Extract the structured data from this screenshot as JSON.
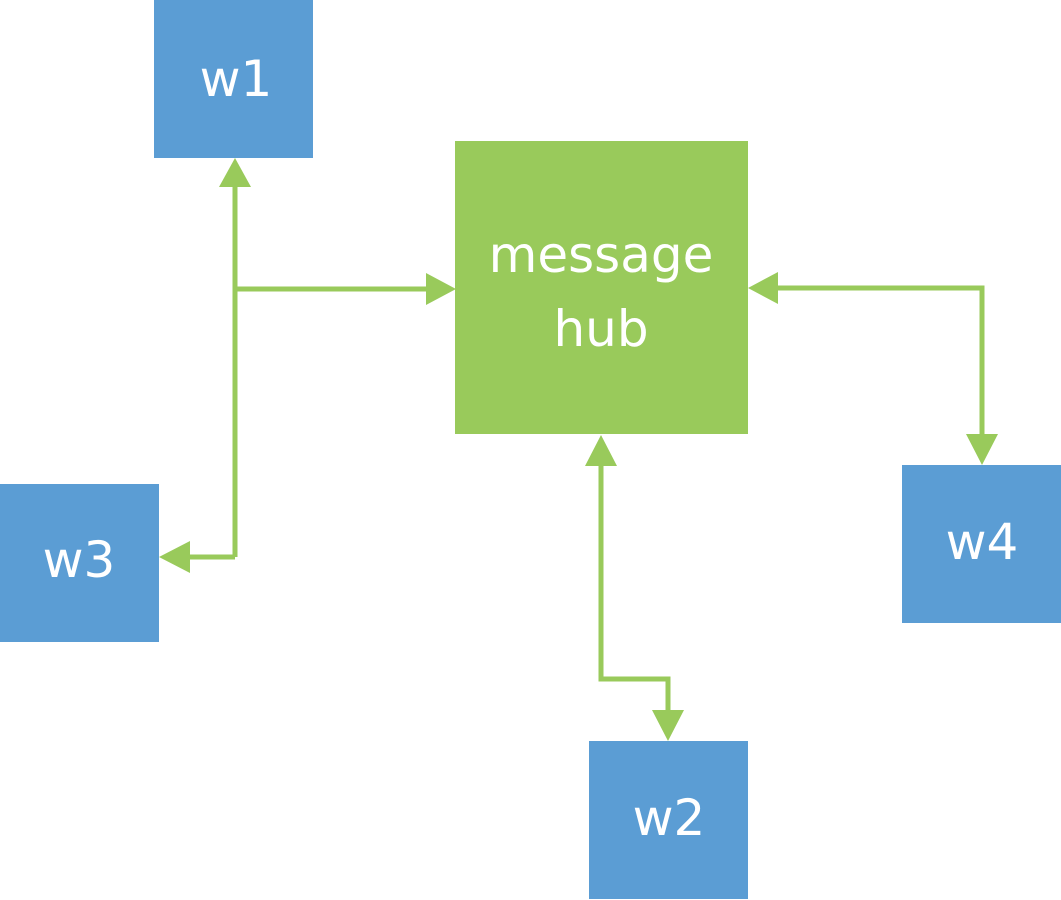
{
  "colors": {
    "worker": "#5b9dd4",
    "hub": "#99ca5b",
    "connector": "#99ca5b",
    "label": "#ffffff"
  },
  "hub": {
    "label_line1": "message",
    "label_line2": "hub"
  },
  "workers": {
    "w1": "w1",
    "w2": "w2",
    "w3": "w3",
    "w4": "w4"
  }
}
